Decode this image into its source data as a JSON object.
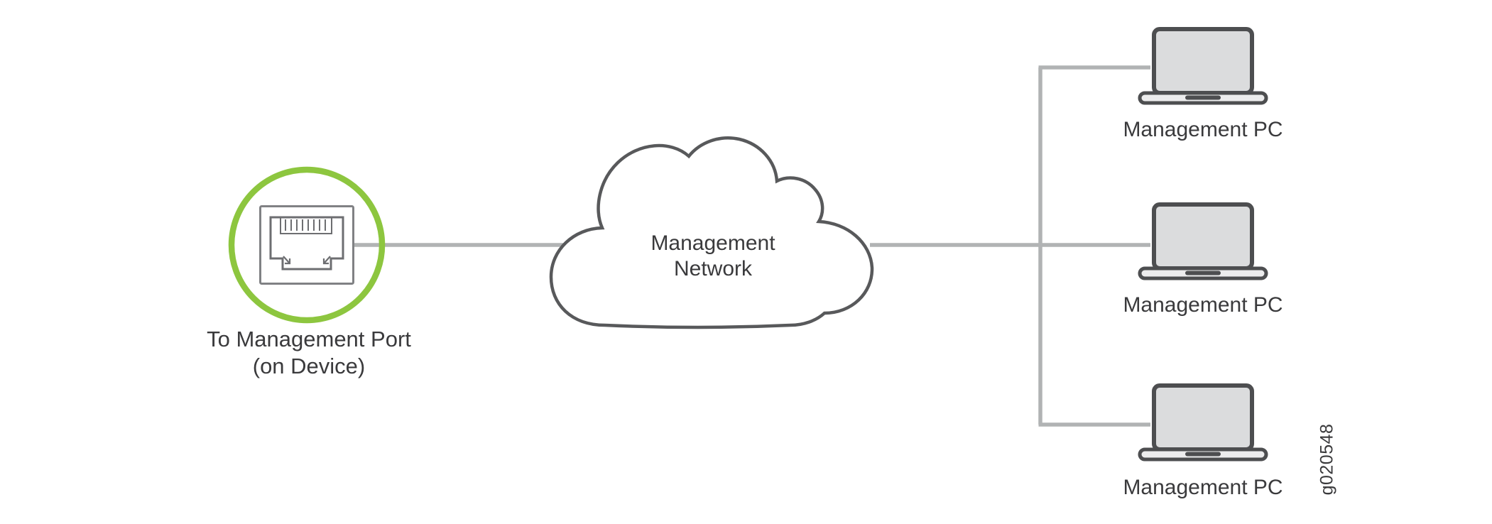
{
  "figure": {
    "id_label": "g020548"
  },
  "port": {
    "label_line1": "To Management Port",
    "label_line2": "(on Device)"
  },
  "cloud": {
    "label_line1": "Management",
    "label_line2": "Network"
  },
  "pcs": [
    {
      "label": "Management PC"
    },
    {
      "label": "Management PC"
    },
    {
      "label": "Management PC"
    }
  ],
  "icons": {
    "ethernet_port": "rj45-port-icon",
    "cloud": "network-cloud-icon",
    "laptop": "laptop-icon"
  },
  "colors": {
    "connector_gray": "#b1b3b4",
    "outline_dark": "#58595b",
    "accent_green": "#8dc63f",
    "device_fill": "#dbdcdd",
    "text": "#3a3a3c",
    "background": "#ffffff"
  }
}
